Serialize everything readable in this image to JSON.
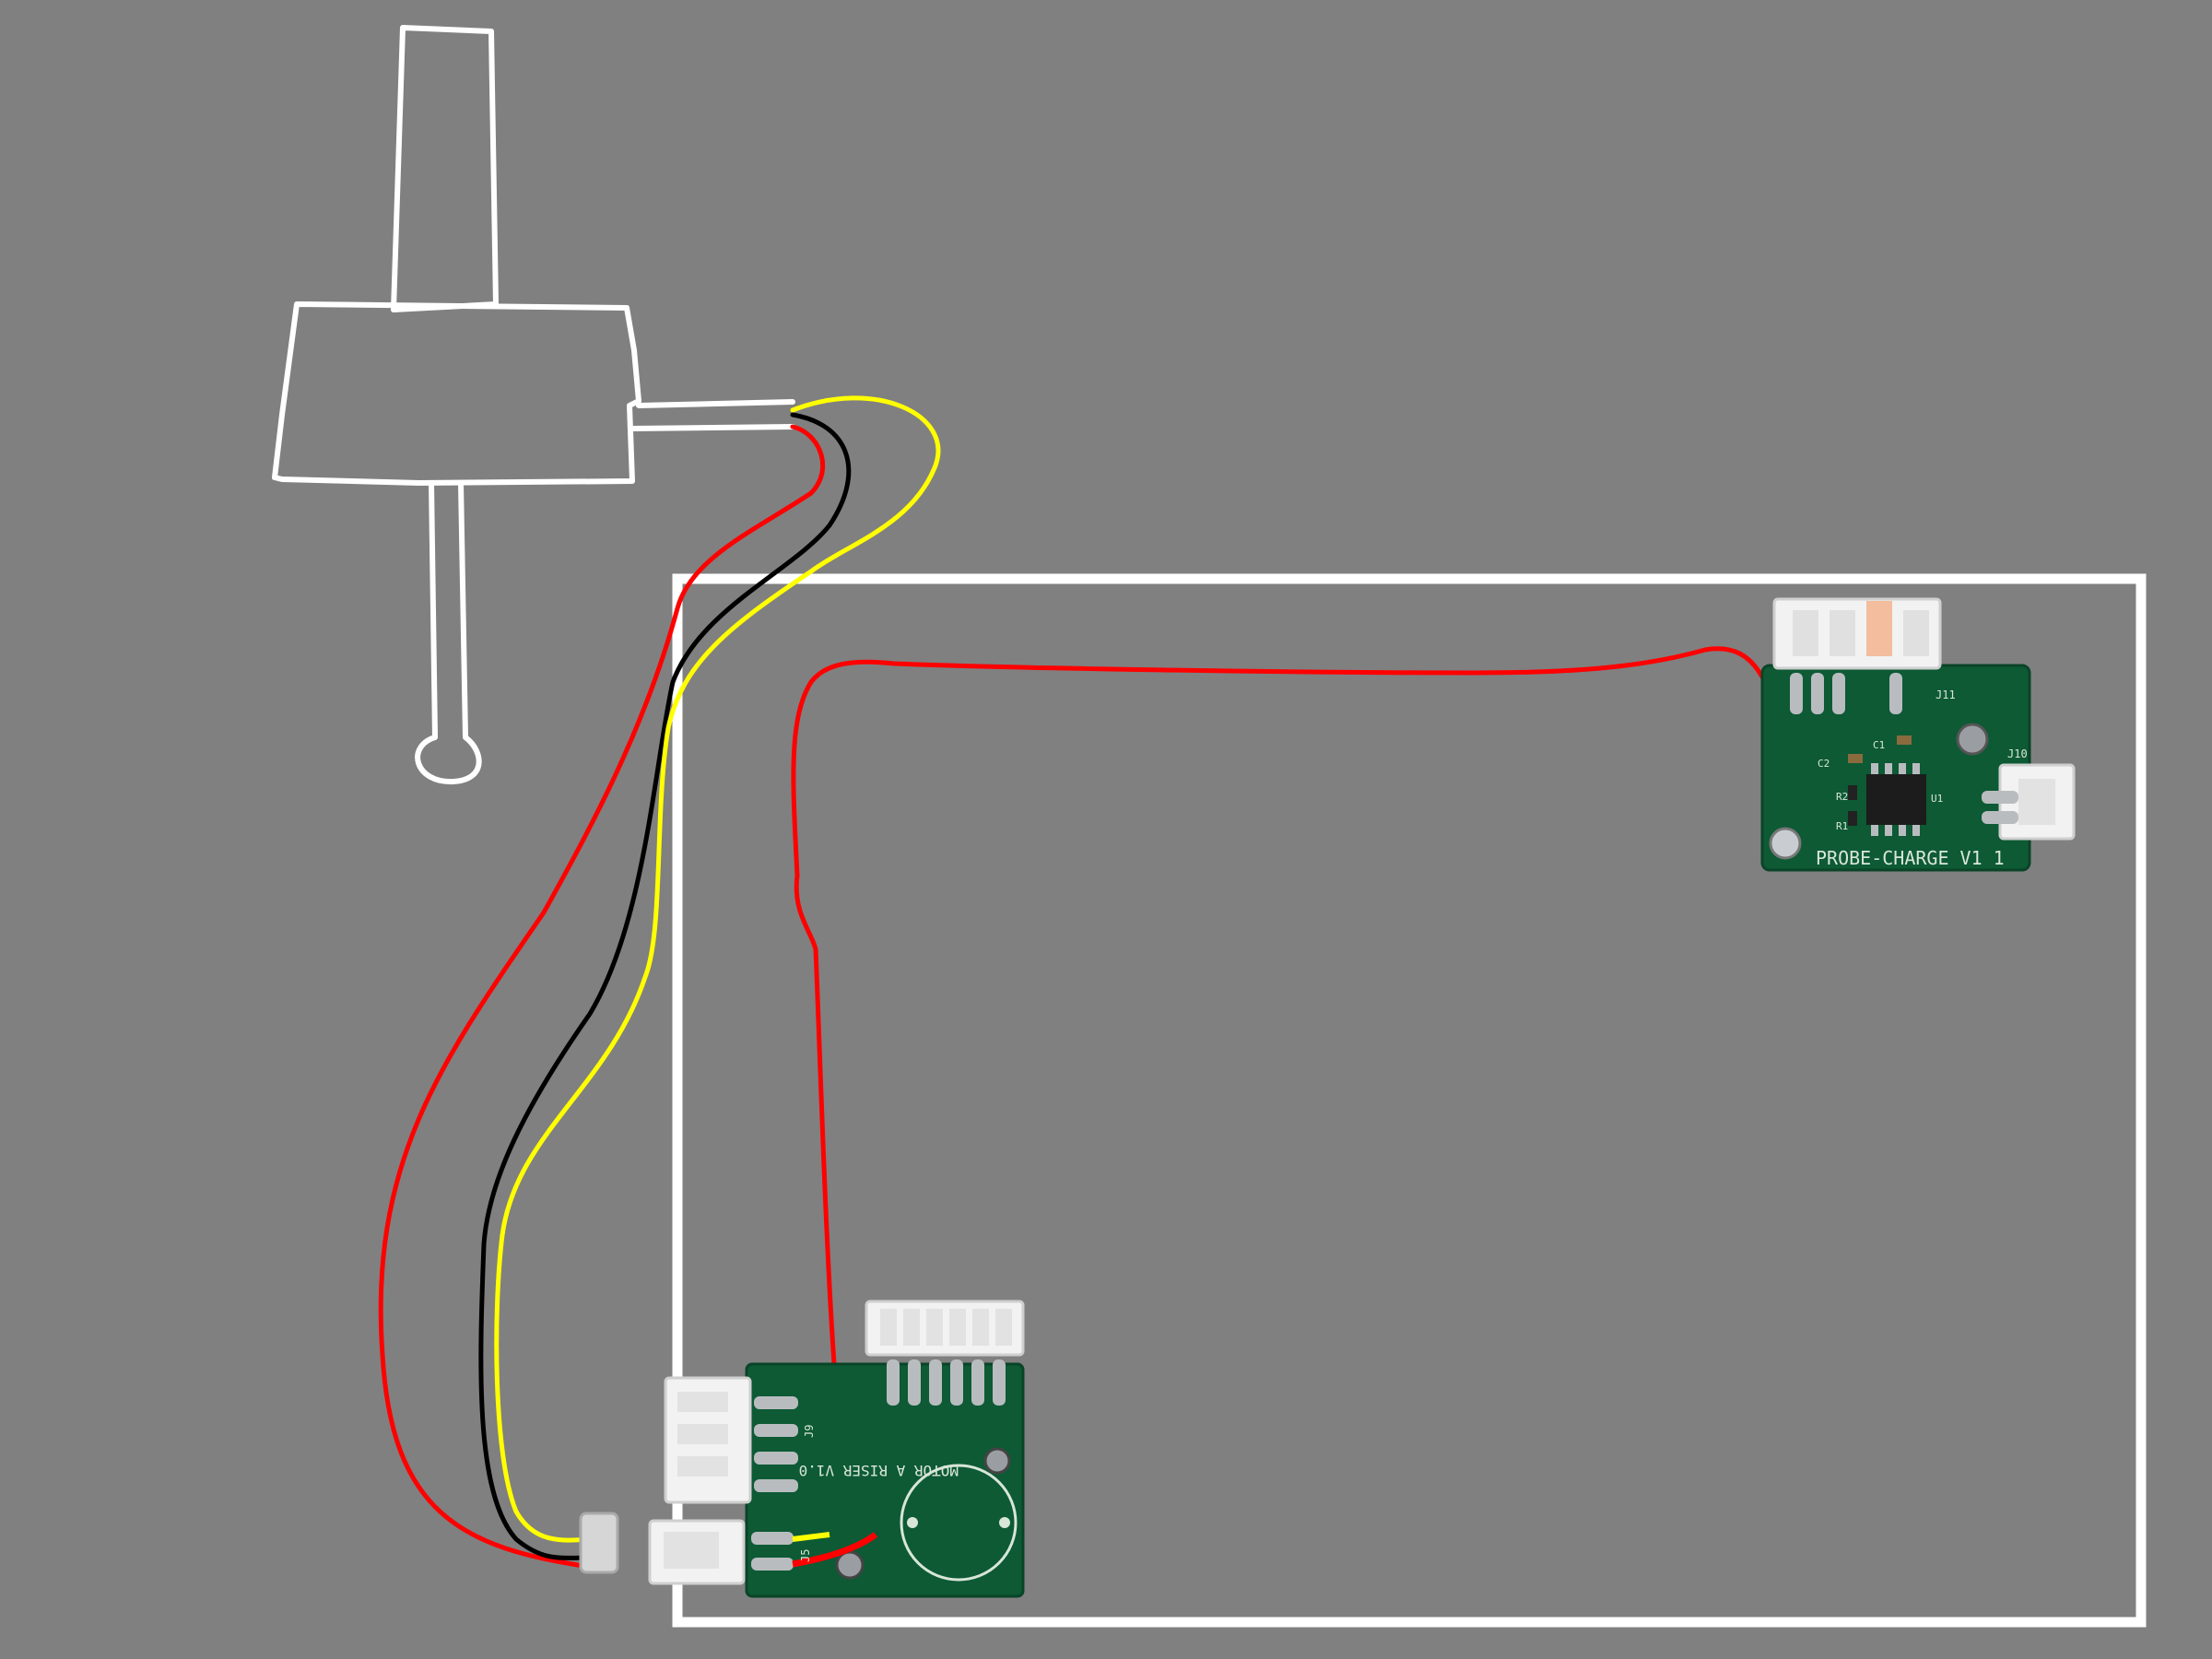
{
  "colors": {
    "background": "#808080",
    "outline": "#ffffff",
    "wire_red": "#ff0000",
    "wire_black": "#000000",
    "wire_yellow": "#ffff00",
    "pcb_green": "#0d5a35",
    "connector_white": "#f2f2f2",
    "pad_silver": "#b9bcbf"
  },
  "boards": {
    "probe_charge": {
      "silk_title": "PROBE-CHARGE V1 1",
      "labels": [
        "J11",
        "J10",
        "C1",
        "C2",
        "R1",
        "R2",
        "U1"
      ]
    },
    "motor_riser": {
      "silk_title": "MOTOR A RISER V1.0",
      "labels": [
        "J9",
        "J5"
      ]
    }
  },
  "icons": {
    "probe": "probe-drawing-icon",
    "small_connector": "jst-plug-icon"
  }
}
